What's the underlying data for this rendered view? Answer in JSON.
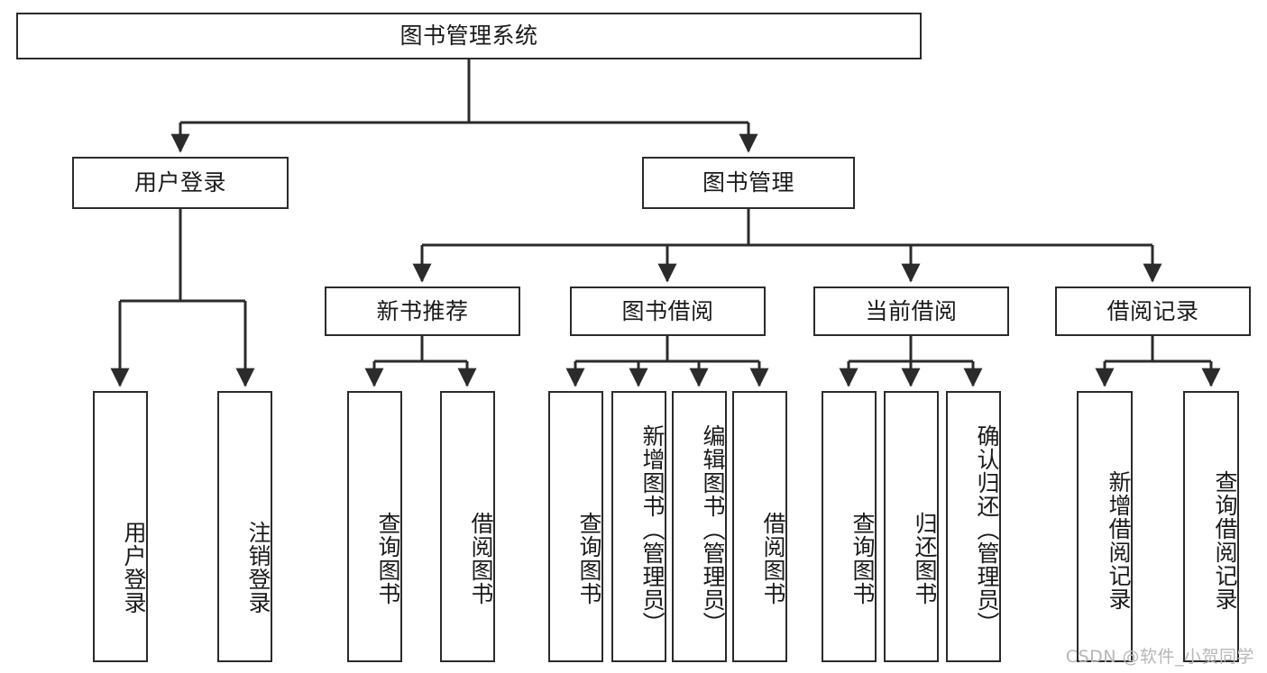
{
  "diagram": {
    "type": "tree-flowchart",
    "title": "图书管理系统",
    "watermark": "CSDN @软件_小贺同学",
    "colors": {
      "stroke": "#2b2b2b",
      "fill": "#ffffff",
      "text": "#1a1a1a",
      "watermark": "#b7b7b7"
    },
    "nodes": {
      "root": {
        "label": "图书管理系统",
        "orientation": "horizontal"
      },
      "level2": [
        {
          "id": "user-login",
          "label": "用户登录",
          "orientation": "horizontal"
        },
        {
          "id": "book-manage",
          "label": "图书管理",
          "orientation": "horizontal"
        }
      ],
      "level3": [
        {
          "id": "new-book-recommend",
          "label": "新书推荐",
          "orientation": "horizontal"
        },
        {
          "id": "book-borrow",
          "label": "图书借阅",
          "orientation": "horizontal"
        },
        {
          "id": "current-borrow",
          "label": "当前借阅",
          "orientation": "horizontal"
        },
        {
          "id": "borrow-record",
          "label": "借阅记录",
          "orientation": "horizontal"
        }
      ],
      "leaves": [
        {
          "id": "leaf-user-login",
          "label": "用户登录",
          "parent": "user-login",
          "orientation": "vertical"
        },
        {
          "id": "leaf-user-logout",
          "label": "注销登录",
          "parent": "user-login",
          "orientation": "vertical"
        },
        {
          "id": "leaf-query-book-1",
          "label": "查询图书",
          "parent": "new-book-recommend",
          "orientation": "vertical"
        },
        {
          "id": "leaf-borrow-book-1",
          "label": "借阅图书",
          "parent": "new-book-recommend",
          "orientation": "vertical"
        },
        {
          "id": "leaf-query-book-2",
          "label": "查询图书",
          "parent": "book-borrow",
          "orientation": "vertical"
        },
        {
          "id": "leaf-add-book",
          "label": "新增图书（管理员）",
          "parent": "book-borrow",
          "orientation": "vertical"
        },
        {
          "id": "leaf-edit-book",
          "label": "编辑图书（管理员）",
          "parent": "book-borrow",
          "orientation": "vertical"
        },
        {
          "id": "leaf-borrow-book-2",
          "label": "借阅图书",
          "parent": "book-borrow",
          "orientation": "vertical"
        },
        {
          "id": "leaf-query-book-3",
          "label": "查询图书",
          "parent": "current-borrow",
          "orientation": "vertical"
        },
        {
          "id": "leaf-return-book",
          "label": "归还图书",
          "parent": "current-borrow",
          "orientation": "vertical"
        },
        {
          "id": "leaf-confirm-return",
          "label": "确认归还（管理员）",
          "parent": "current-borrow",
          "orientation": "vertical"
        },
        {
          "id": "leaf-add-record",
          "label": "新增借阅记录",
          "parent": "borrow-record",
          "orientation": "vertical"
        },
        {
          "id": "leaf-query-record",
          "label": "查询借阅记录",
          "parent": "borrow-record",
          "orientation": "vertical"
        }
      ]
    }
  }
}
